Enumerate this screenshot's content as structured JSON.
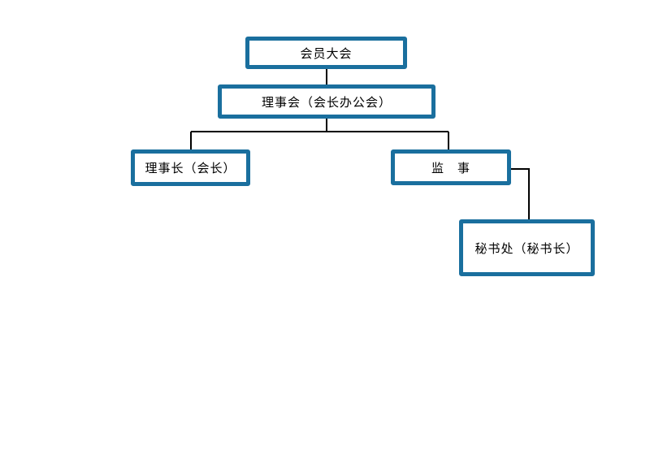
{
  "diagram": {
    "type": "org-chart",
    "border_color": "#1a6f9e",
    "line_color": "#000000",
    "nodes": {
      "general_assembly": "会员大会",
      "council": "理事会（会长办公会）",
      "director": "理事长（会长）",
      "supervisor": "监　事",
      "secretariat": "秘书处（秘书长）"
    },
    "edges": [
      [
        "general_assembly",
        "council"
      ],
      [
        "council",
        "director"
      ],
      [
        "council",
        "supervisor"
      ],
      [
        "supervisor",
        "secretariat"
      ]
    ]
  }
}
